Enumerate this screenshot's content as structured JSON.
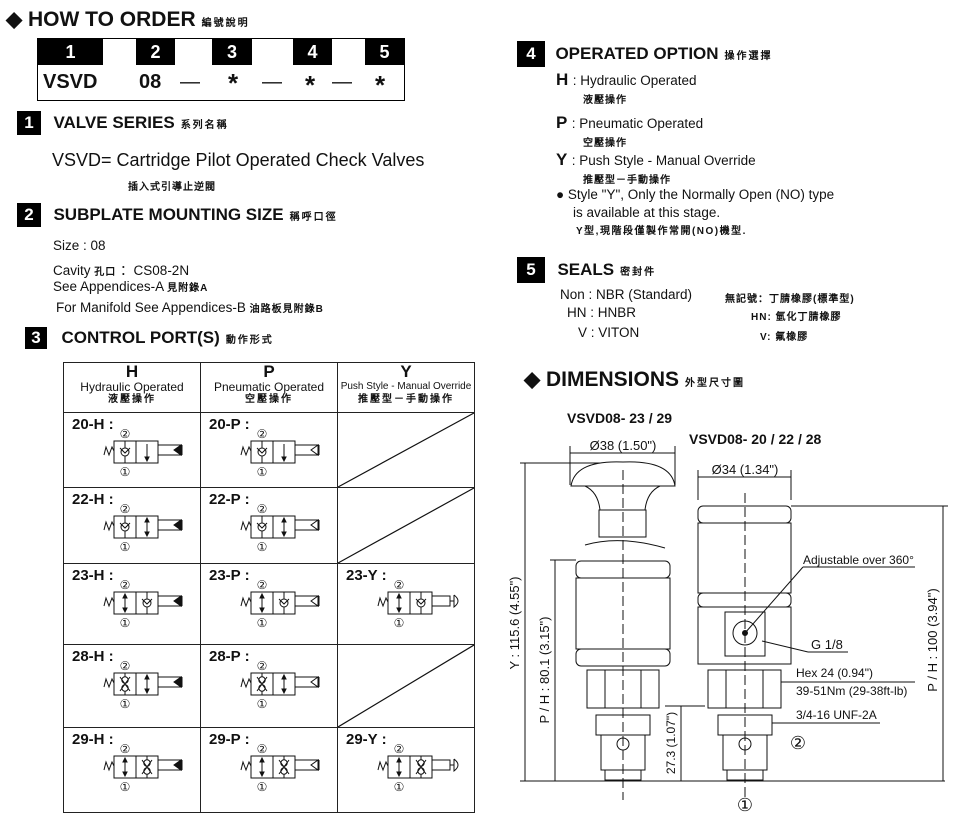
{
  "how_to_order": {
    "title": "HOW TO  ORDER",
    "title_cjk": "編號說明",
    "positions": [
      "1",
      "2",
      "3",
      "4",
      "5"
    ],
    "values": [
      "VSVD",
      "08",
      "—",
      "*",
      "—",
      "*",
      "—",
      "*"
    ]
  },
  "valve_series": {
    "num": "1",
    "title": "VALVE SERIES",
    "title_cjk": "系列名稱",
    "text": "VSVD= Cartridge Pilot Operated Check Valves",
    "text_cjk": "插入式引導止逆閥"
  },
  "mounting_size": {
    "num": "2",
    "title": "SUBPLATE MOUNTING SIZE",
    "title_cjk": "稱呼口徑",
    "size": "Size : 08",
    "cavity_label": "Cavity",
    "cavity_cjk": "孔口",
    "cavity_value": "：CS08-2N",
    "appendix_a": "See Appendices-A",
    "appendix_a_cjk": "見附錄A",
    "appendix_b": "For Manifold See Appendices-B",
    "appendix_b_cjk": "油路板見附錄B"
  },
  "control_ports": {
    "num": "3",
    "title": "CONTROL PORT(S)",
    "title_cjk": "動作形式",
    "headers": [
      {
        "letter": "H",
        "name": "Hydraulic Operated",
        "cjk": "液壓操作"
      },
      {
        "letter": "P",
        "name": "Pneumatic Operated",
        "cjk": "空壓操作"
      },
      {
        "letter": "Y",
        "name": "Push Style - Manual Override",
        "cjk": "推壓型－手動操作"
      }
    ],
    "port_top": "②",
    "port_bottom": "①",
    "rows": [
      [
        {
          "label": "20-H :",
          "left": "check",
          "right": "down",
          "act": "hyd"
        },
        {
          "label": "20-P :",
          "left": "check",
          "right": "down",
          "act": "pneu"
        },
        null
      ],
      [
        {
          "label": "22-H :",
          "left": "check",
          "right": "updown",
          "act": "hyd"
        },
        {
          "label": "22-P :",
          "left": "check",
          "right": "updown",
          "act": "pneu"
        },
        null
      ],
      [
        {
          "label": "23-H :",
          "left": "updown",
          "right": "check",
          "act": "hyd"
        },
        {
          "label": "23-P :",
          "left": "updown",
          "right": "check",
          "act": "pneu"
        },
        {
          "label": "23-Y :",
          "left": "updown",
          "right": "check",
          "act": "push"
        }
      ],
      [
        {
          "label": "28-H :",
          "left": "double",
          "right": "updown",
          "act": "hyd"
        },
        {
          "label": "28-P :",
          "left": "double",
          "right": "updown",
          "act": "pneu"
        },
        null
      ],
      [
        {
          "label": "29-H :",
          "left": "updown",
          "right": "double",
          "act": "hyd"
        },
        {
          "label": "29-P :",
          "left": "updown",
          "right": "double",
          "act": "pneu"
        },
        {
          "label": "29-Y :",
          "left": "updown",
          "right": "double",
          "act": "push"
        }
      ]
    ]
  },
  "operated_option": {
    "num": "4",
    "title": "OPERATED OPTION",
    "title_cjk": "操作選擇",
    "items": [
      {
        "code": "H",
        "text": ": Hydraulic Operated",
        "cjk": "液壓操作"
      },
      {
        "code": "P",
        "text": ": Pneumatic Operated",
        "cjk": "空壓操作"
      },
      {
        "code": "Y",
        "text": ": Push Style - Manual Override",
        "cjk": "推壓型－手動操作"
      }
    ],
    "note_line1": "Style \"Y\", Only the Normally Open (NO) type",
    "note_line2": "is available at this stage.",
    "note_cjk": "Y型,現階段僅製作常開(NO)機型."
  },
  "seals": {
    "num": "5",
    "title": "SEALS",
    "title_cjk": "密封件",
    "items": [
      {
        "text": "Non : NBR (Standard)",
        "cjk": "無記號：丁腈橡膠(標準型)"
      },
      {
        "text": "HN : HNBR",
        "cjk": "HN: 氫化丁腈橡膠"
      },
      {
        "text": "V : VITON",
        "cjk": "V: 氟橡膠"
      }
    ]
  },
  "dimensions": {
    "title": "DIMENSIONS",
    "title_cjk": "外型尺寸圖",
    "model_left": "VSVD08- 23 / 29",
    "model_right": "VSVD08- 20 / 22 / 28",
    "dia_left": "Ø38 (1.50\")",
    "dia_right": "Ø34 (1.34\")",
    "y_len": "Y : 115.6  (4.55\")",
    "ph_left": "P / H : 80.1  (3.15\")",
    "ph_right": "P / H : 100  (3.94\")",
    "nose": "27.3 (1.07\")",
    "adjustable": "Adjustable over 360°",
    "port": "G 1/8",
    "hex": "Hex 24 (0.94\")",
    "torque": "39-51Nm (29-38ft-lb)",
    "thread": "3/4-16 UNF-2A",
    "port2": "②",
    "port1": "①"
  }
}
